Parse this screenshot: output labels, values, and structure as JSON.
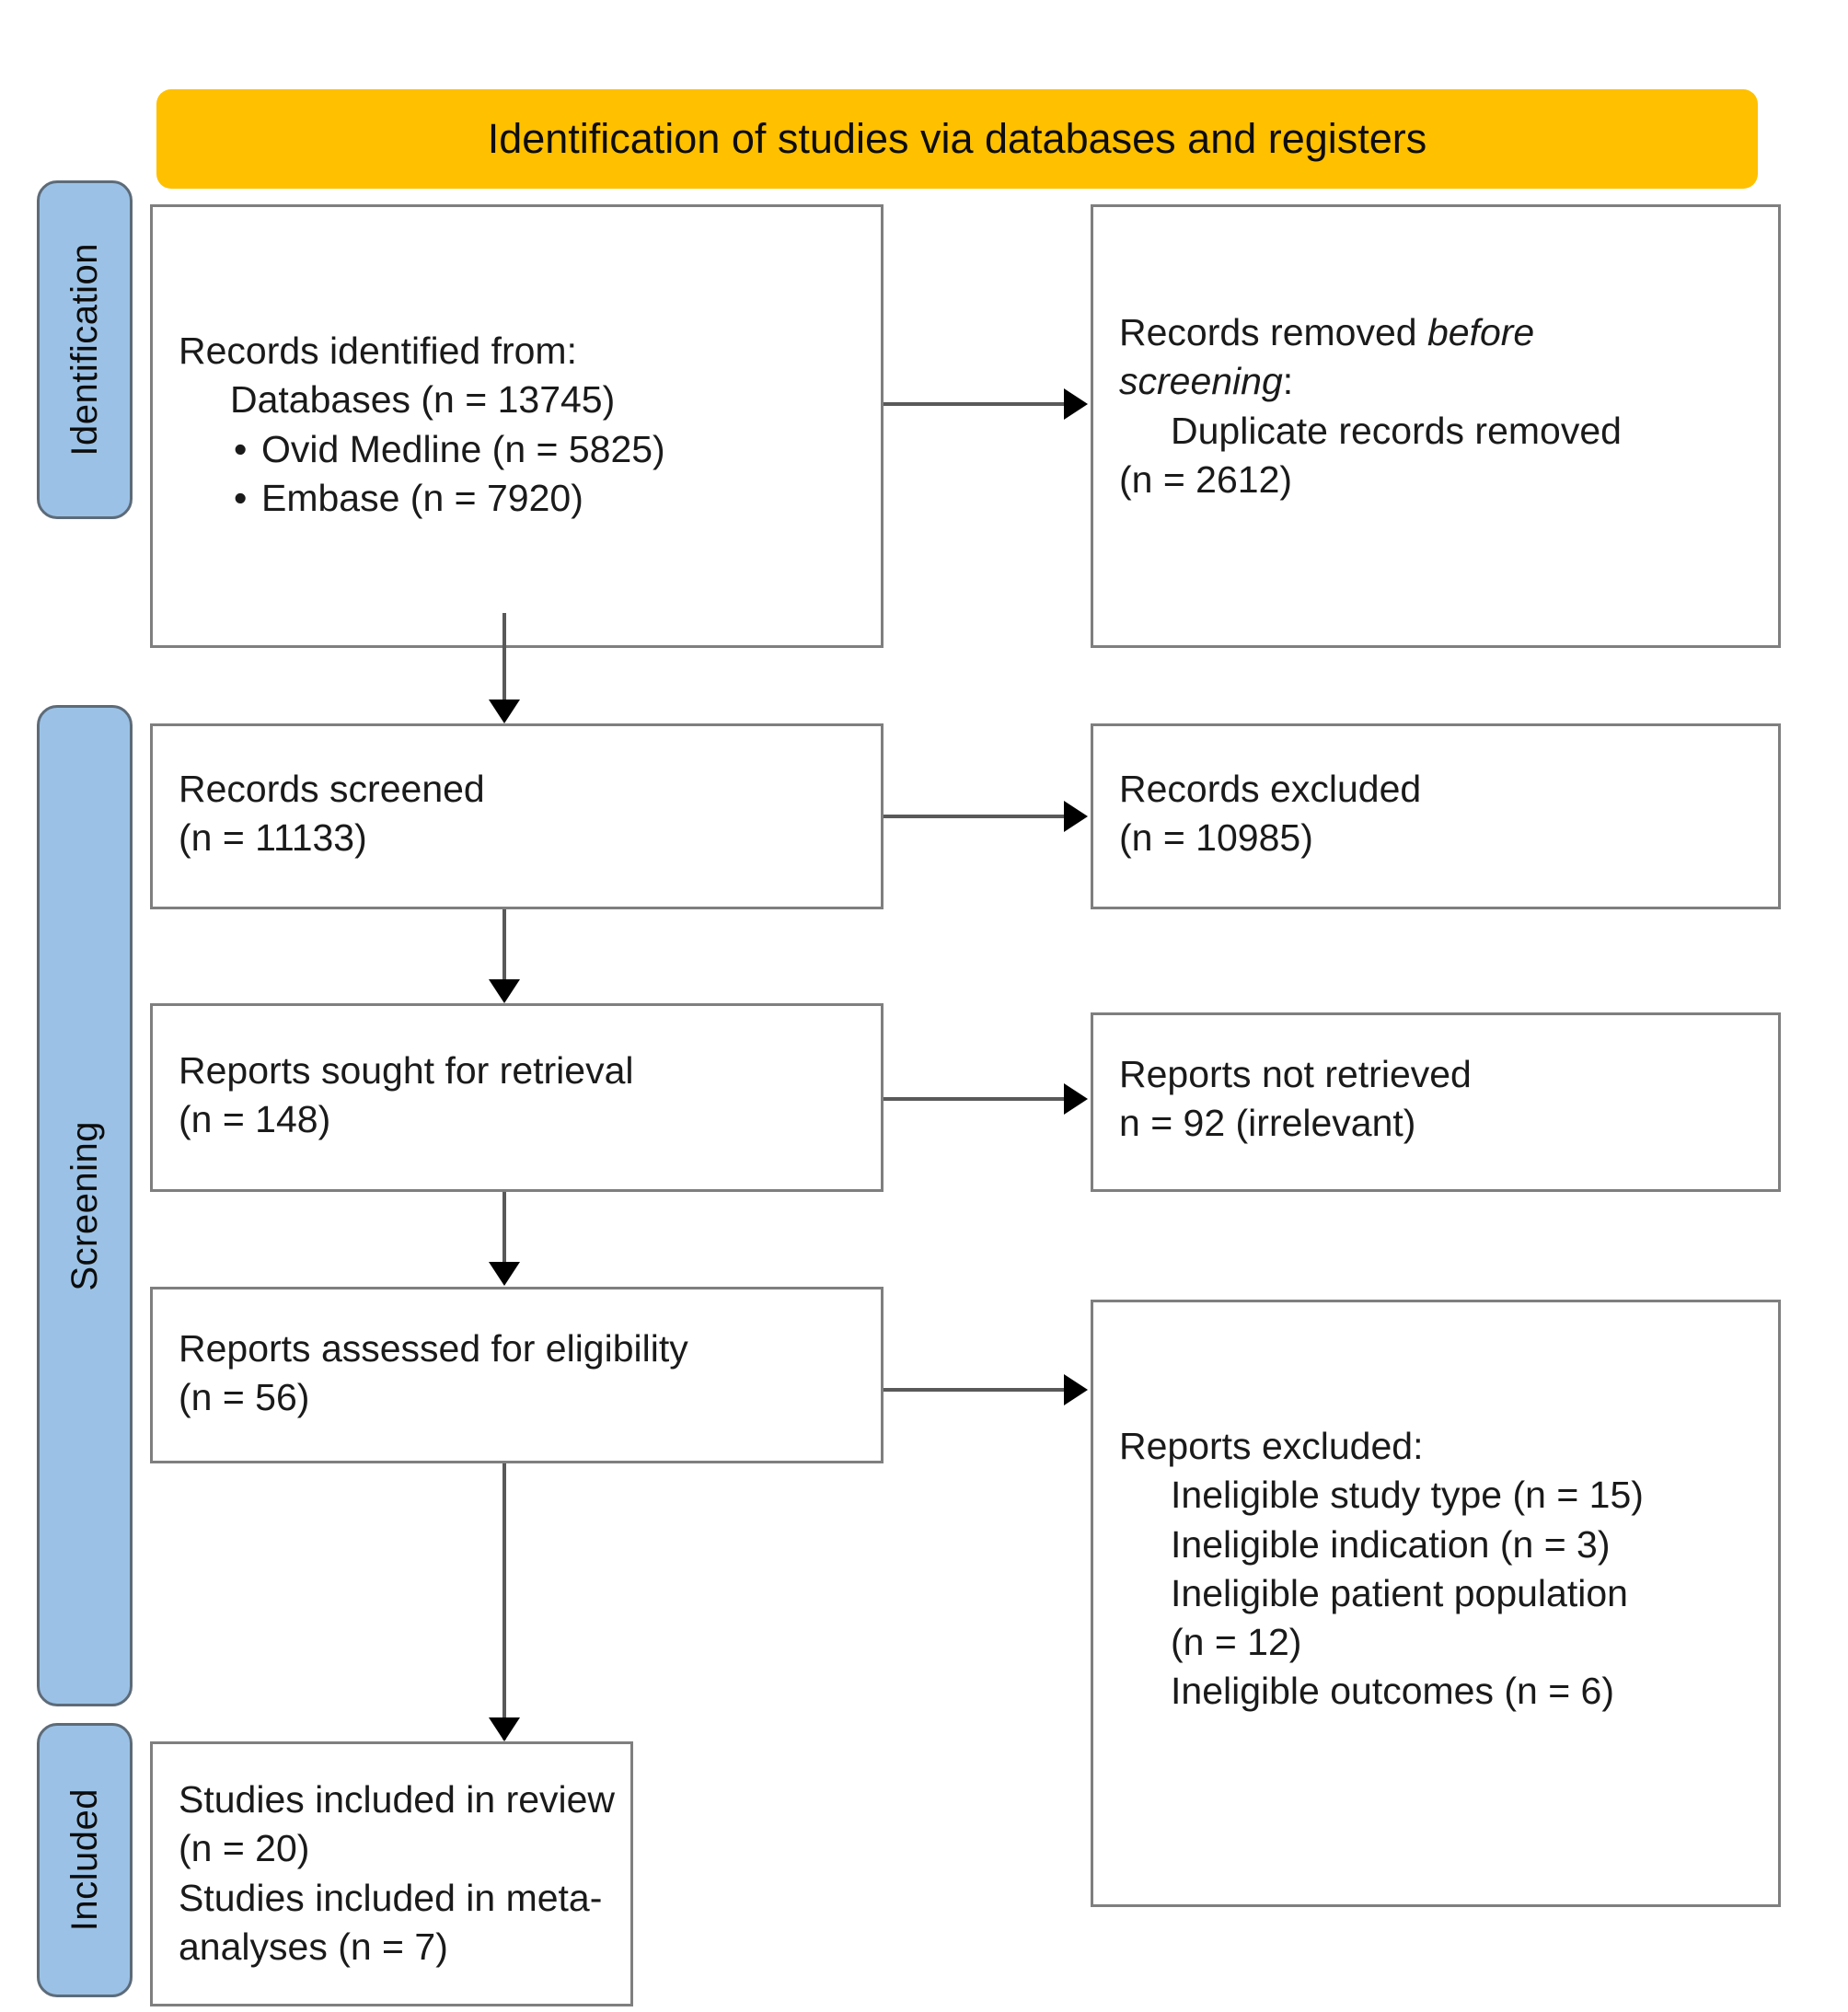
{
  "diagram": {
    "type": "prisma-flow-diagram",
    "banner": {
      "title": "Identification of studies via databases and registers"
    },
    "stages": [
      {
        "id": "identification",
        "label": "Identification"
      },
      {
        "id": "screening",
        "label": "Screening"
      },
      {
        "id": "included",
        "label": "Included"
      }
    ],
    "boxes": {
      "records_identified": {
        "title": "Records identified from:",
        "databases": "Databases (n = 13745)",
        "sources": [
          "Ovid Medline (n = 5825)",
          "Embase (n = 7920)"
        ],
        "bullet_glyph": "•"
      },
      "records_removed": {
        "line1_normal": "Records removed ",
        "line1_italic": "before",
        "line2_italic": "screening",
        "line2_colon": ":",
        "detail": "Duplicate records removed",
        "detail_count": "(n = 2612)"
      },
      "records_screened": {
        "title": "Records screened",
        "count": "(n = 11133)"
      },
      "records_excluded": {
        "title": "Records excluded",
        "count": "(n = 10985)"
      },
      "reports_sought": {
        "title": "Reports sought for retrieval",
        "count": "(n = 148)"
      },
      "reports_not_retrieved": {
        "title": "Reports not retrieved",
        "count": "n = 92 (irrelevant)"
      },
      "reports_assessed": {
        "title": "Reports assessed for eligibility",
        "count": "(n = 56)"
      },
      "reports_excluded": {
        "title": "Reports excluded:",
        "reasons": [
          "Ineligible study type (n = 15)",
          "Ineligible indication (n = 3)",
          "Ineligible patient population",
          "(n = 12)",
          "Ineligible outcomes (n = 6)"
        ]
      },
      "studies_included": {
        "review_title": "Studies included in review",
        "review_count": "(n = 20)",
        "meta_title": "Studies included in meta-",
        "meta_count": "analyses (n = 7)"
      }
    },
    "colors": {
      "banner_fill": "#FFC000",
      "stage_fill": "#9BC2E6",
      "stage_border": "#5D6B79",
      "box_border": "#7F7F7F",
      "connector": "#595959",
      "text": "#1A1A1A"
    }
  }
}
